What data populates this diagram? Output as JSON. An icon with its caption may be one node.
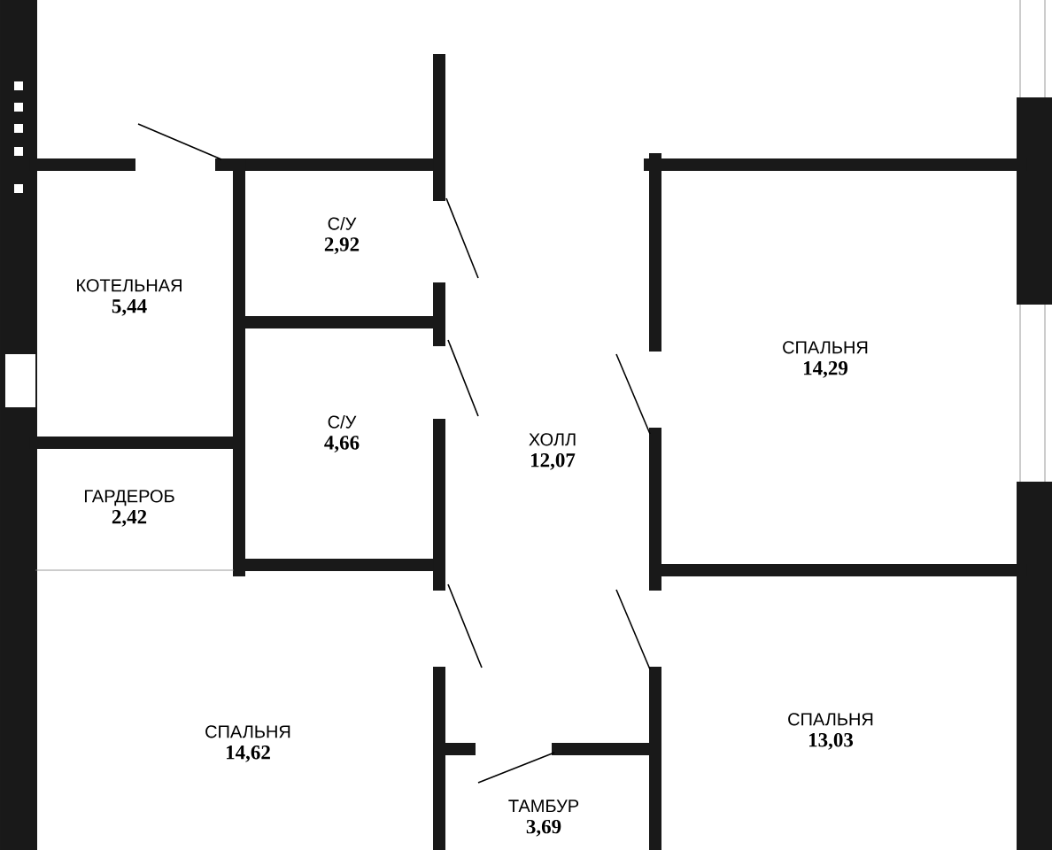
{
  "diagram": {
    "nodes": [
      {
        "text": [
          "С/У",
          "2,92"
        ]
      },
      {
        "text": [
          "КОТЕЛЬНАЯ",
          "5,44"
        ]
      },
      {
        "text": [
          "СПАЛЬНЯ",
          "14,29"
        ]
      },
      {
        "text": [
          "С/У",
          "4,66"
        ]
      },
      {
        "text": [
          "ХОЛЛ",
          "12,07"
        ]
      },
      {
        "text": [
          "ГАРДЕРОБ",
          "2,42"
        ]
      },
      {
        "text": [
          "СПАЛЬНЯ",
          "14,62"
        ]
      },
      {
        "text": [
          "СПАЛЬНЯ",
          "13,03"
        ]
      },
      {
        "text": [
          "ТАМБУР",
          "3,69"
        ]
      }
    ]
  }
}
